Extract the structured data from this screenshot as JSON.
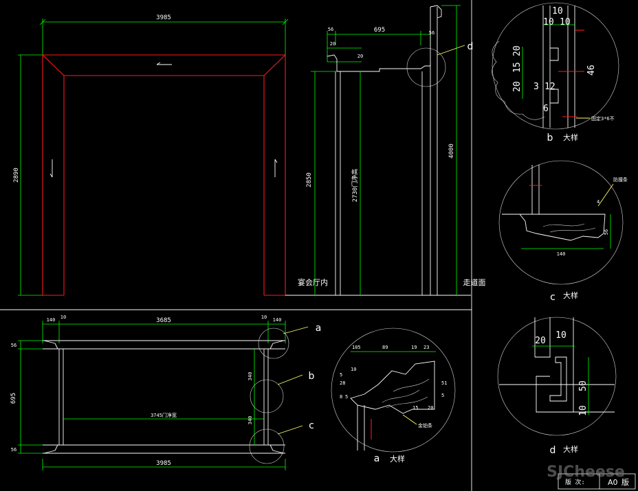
{
  "elevation": {
    "width_top": "3985",
    "height_left": "2890"
  },
  "section": {
    "dim_56": "56",
    "dim_695": "695",
    "dim_56b": "56",
    "dim_20a": "20",
    "dim_20b": "20",
    "dim_2850": "2850",
    "dim_2730": "2730门净高",
    "dim_4000": "4000",
    "label_inner": "宴会厅内",
    "label_corridor": "走道面",
    "callout_d": "d"
  },
  "plan": {
    "dim_140a": "140",
    "dim_10a": "10",
    "dim_3685": "3685",
    "dim_10b": "10",
    "dim_140b": "140",
    "dim_56a": "56",
    "dim_695": "695",
    "dim_56b": "56",
    "dim_340a": "340",
    "dim_340b": "340",
    "dim_3745": "3745门净宽",
    "dim_3985": "3985",
    "callout_a": "a",
    "callout_b": "b",
    "callout_c": "c"
  },
  "detail_a": {
    "dims": [
      "105",
      "89",
      "19",
      "23",
      "10",
      "28",
      "5",
      "8",
      "5",
      "51",
      "5",
      "15",
      "20"
    ],
    "note": "金铂条",
    "letter": "a",
    "caption": "大样"
  },
  "detail_b": {
    "dims": [
      "10",
      "10",
      "10",
      "20",
      "15",
      "20",
      "12",
      "3",
      "6",
      "46"
    ],
    "note": "固定3*6不",
    "letter": "b",
    "caption": "大样"
  },
  "detail_c": {
    "dims": [
      "140",
      "56",
      "4"
    ],
    "note": "防撞条",
    "letter": "c",
    "caption": "大样"
  },
  "detail_d": {
    "dims": [
      "20",
      "10",
      "50",
      "10"
    ],
    "letter": "d",
    "caption": "大样"
  },
  "titleblock": {
    "label": "版 次:",
    "value": "A0",
    "suffix": "版"
  },
  "watermark": "SJCheese",
  "colors": {
    "dimension": "#00ff00",
    "frame": "#ff1a1a",
    "geometry": "#ffffff",
    "leader": "#ffff66",
    "background": "#000000"
  }
}
